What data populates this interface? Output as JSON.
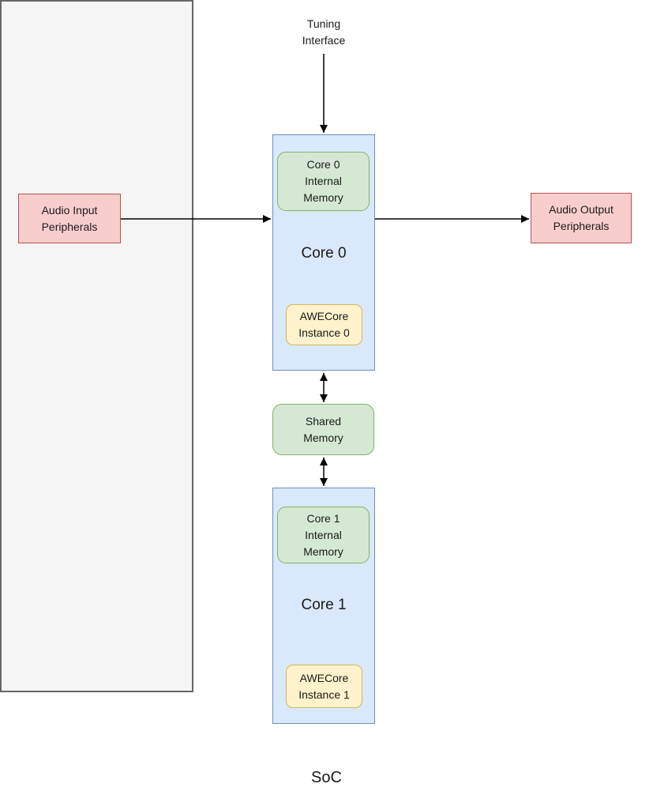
{
  "labels": {
    "tuning_interface": "Tuning\nInterface",
    "audio_input": "Audio Input\nPeripherals",
    "audio_output": "Audio Output\nPeripherals",
    "soc": "SoC",
    "shared_memory": "Shared\nMemory",
    "core0": {
      "title": "Core 0",
      "internal_memory": "Core 0\nInternal\nMemory",
      "awecore_instance": "AWECore\nInstance 0"
    },
    "core1": {
      "title": "Core 1",
      "internal_memory": "Core 1\nInternal\nMemory",
      "awecore_instance": "AWECore\nInstance 1"
    }
  },
  "colors": {
    "core_fill": "#dae8fc",
    "core_stroke": "#6c8ebf",
    "memory_fill": "#d5e8d4",
    "memory_stroke": "#82b366",
    "awecore_fill": "#fff2cc",
    "awecore_stroke": "#d6b656",
    "peripheral_fill": "#f8cecc",
    "peripheral_stroke": "#b85450",
    "soc_fill": "#f5f5f5",
    "soc_stroke": "#666666",
    "arrow": "#000000",
    "text": "#1a1a1a"
  },
  "arrows": [
    {
      "name": "tuning-to-core0",
      "direction": "down",
      "bidirectional": false
    },
    {
      "name": "audio-input-to-core0",
      "direction": "right",
      "bidirectional": false
    },
    {
      "name": "core0-to-audio-output",
      "direction": "right",
      "bidirectional": false
    },
    {
      "name": "core0-shared-memory",
      "direction": "vertical",
      "bidirectional": true
    },
    {
      "name": "shared-memory-core1",
      "direction": "vertical",
      "bidirectional": true
    }
  ]
}
